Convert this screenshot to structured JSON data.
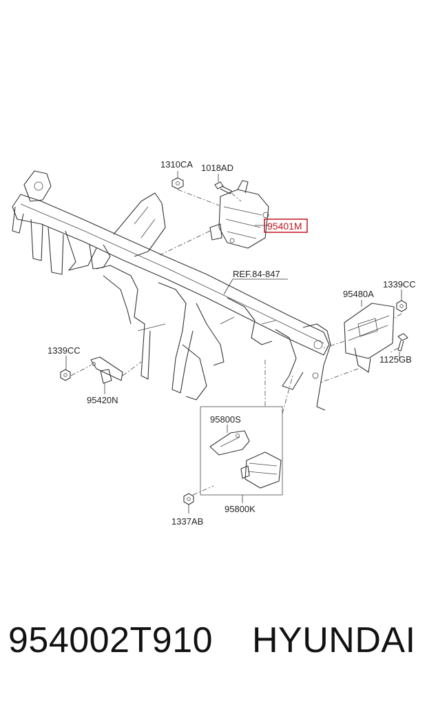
{
  "labels": {
    "l1310ca": "1310CA",
    "l1018ad": "1018AD",
    "l95401m": "95401M",
    "ref": "REF.84-847",
    "l95480a": "95480A",
    "l1339cc_right": "1339CC",
    "l1125gb": "1125GB",
    "l1339cc_left": "1339CC",
    "l95420n": "95420N",
    "l95800s": "95800S",
    "l95800k": "95800K",
    "l1337ab": "1337AB"
  },
  "footer": {
    "part_number": "954002T910",
    "brand": "HYUNDAI"
  },
  "colors": {
    "highlight": "#c0141c",
    "line": "#333333"
  }
}
